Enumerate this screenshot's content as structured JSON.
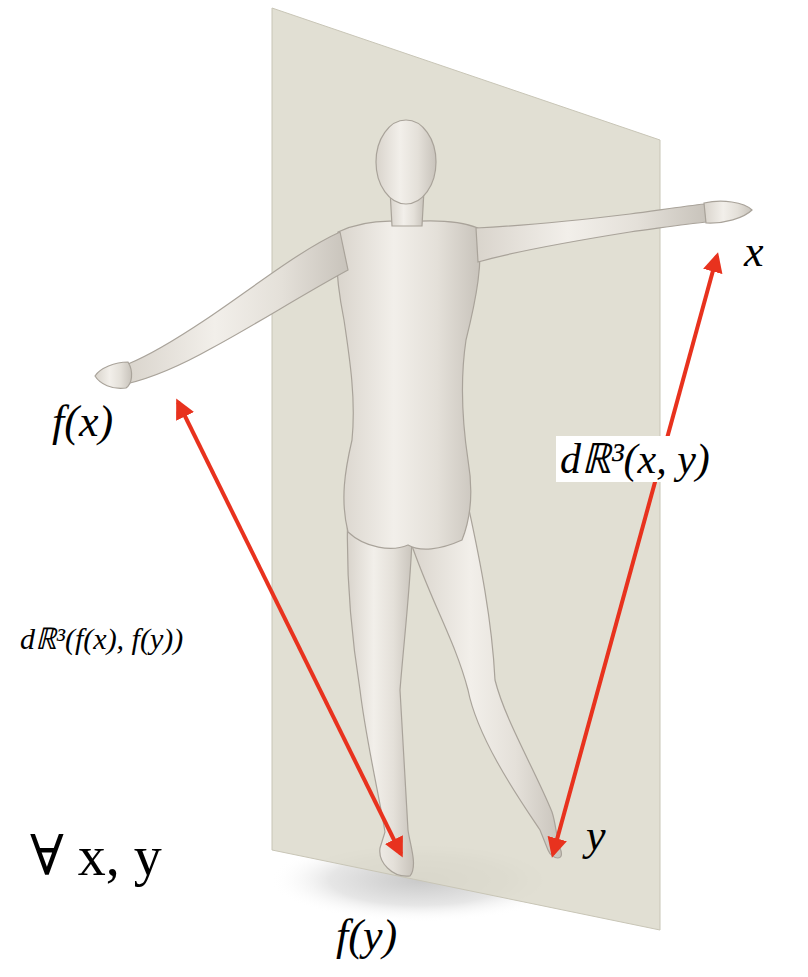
{
  "diagram": {
    "labels": [
      "x",
      "f(x)",
      "dℝ³(x, y)",
      "dℝ³(f(x), f(y))",
      "∀ x, y",
      "y",
      "f(y)"
    ]
  }
}
